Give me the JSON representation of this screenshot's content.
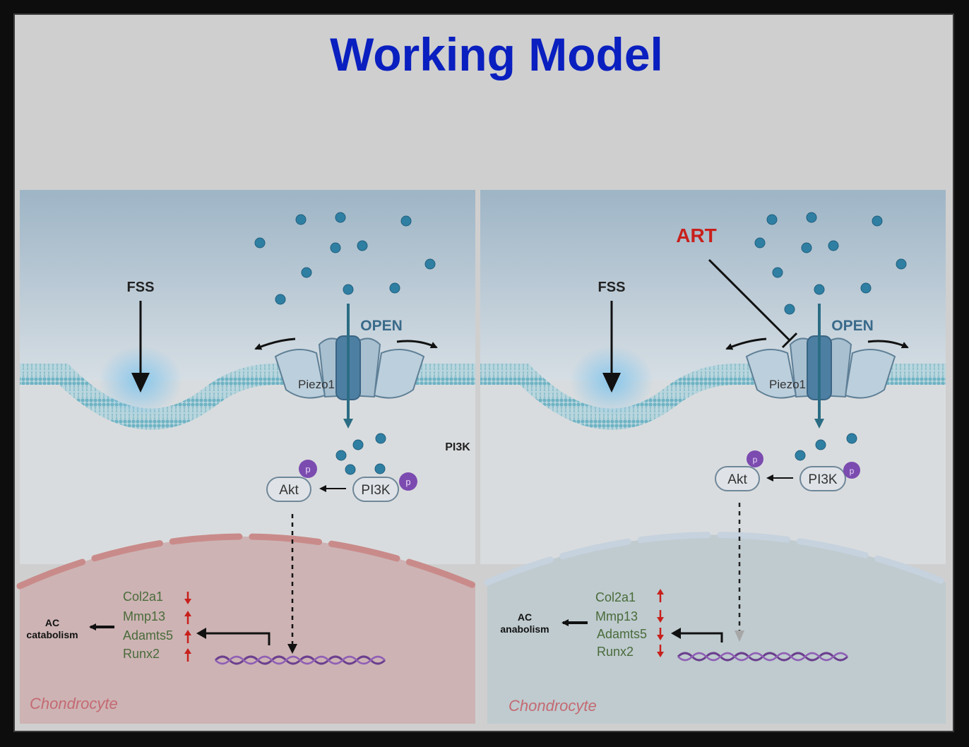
{
  "title": "Working Model",
  "colors": {
    "title": "#0a1fbf",
    "art_label": "#c8201c",
    "gene_text": "#4a6b3a",
    "arrow_red": "#c8201c",
    "ion": "#2f7fa3",
    "phospho": "#7b4bb0",
    "cell_left": "#cdb3b4",
    "cell_right": "#bfcbcf"
  },
  "left": {
    "fss_label": "FSS",
    "open_label": "OPEN",
    "channel_label": "Piezo1",
    "pi3k_note": "PI3K",
    "akt_label": "Akt",
    "pi3k_label": "PI3K",
    "phospho_a": "p",
    "phospho_b": "p",
    "outcome_line1": "AC",
    "outcome_line2": "catabolism",
    "genes": [
      {
        "name": "Col2a1",
        "direction": "down"
      },
      {
        "name": "Mmp13",
        "direction": "up"
      },
      {
        "name": "Adamts5",
        "direction": "up"
      },
      {
        "name": "Runx2",
        "direction": "up"
      }
    ],
    "cell_label": "Chondrocyte"
  },
  "right": {
    "fss_label": "FSS",
    "open_label": "OPEN",
    "channel_label": "Piezo1",
    "inhibitor_label": "ART",
    "akt_label": "Akt",
    "pi3k_label": "PI3K",
    "phospho_a": "p",
    "phospho_b": "p",
    "outcome_line1": "AC",
    "outcome_line2": "anabolism",
    "genes": [
      {
        "name": "Col2a1",
        "direction": "up"
      },
      {
        "name": "Mmp13",
        "direction": "down"
      },
      {
        "name": "Adamts5",
        "direction": "down"
      },
      {
        "name": "Runx2",
        "direction": "down"
      }
    ],
    "cell_label": "Chondrocyte"
  }
}
